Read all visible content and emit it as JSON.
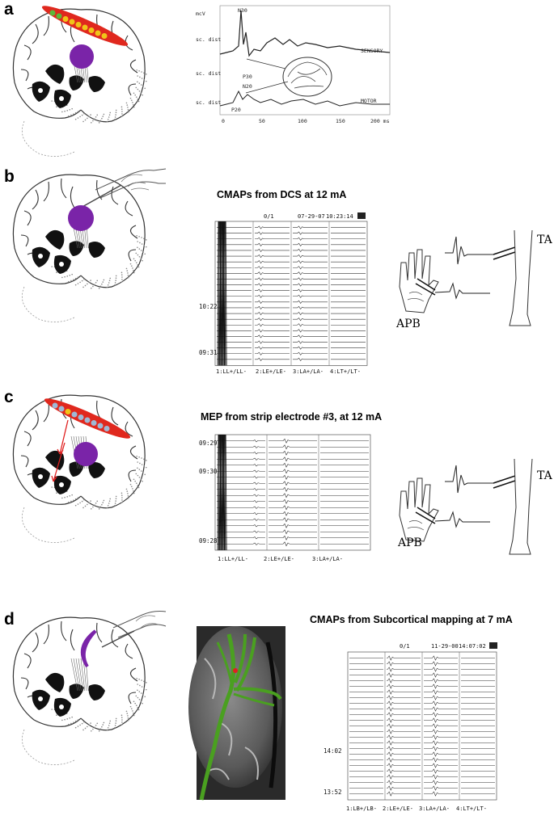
{
  "panels": [
    {
      "letter": "a"
    },
    {
      "letter": "b",
      "title": "CMAPs from DCS at 12 mA",
      "header": {
        "page": "0/1",
        "date": "07-29-07",
        "time": "10:23:14"
      },
      "timestamps": [
        "10:22",
        "09:31"
      ],
      "channels": [
        "1:LL+/LL-",
        "2:LE+/LE-",
        "3:LA+/LA-",
        "4:LT+/LT-"
      ],
      "muscles": [
        "TA",
        "APB"
      ]
    },
    {
      "letter": "c",
      "title": "MEP from strip electrode #3, at 12 mA",
      "timestamps": [
        "09:29",
        "09:30",
        "09:28"
      ],
      "channels": [
        "1:LL+/LL-",
        "2:LE+/LE-",
        "3:LA+/LA-"
      ],
      "muscles": [
        "TA",
        "APB"
      ]
    },
    {
      "letter": "d",
      "title": "CMAPs from Subcortical mapping at 7 mA",
      "header": {
        "page": "0/1",
        "date": "11-29-00",
        "time": "14:07:02"
      },
      "timestamps": [
        "14:02",
        "13:52"
      ],
      "channels": [
        "1:LB+/LB-",
        "2:LE+/LE-",
        "3:LA+/LA-",
        "4:LT+/LT-"
      ]
    }
  ],
  "ssep": {
    "peaks": [
      "N30",
      "P30",
      "N20",
      "P20"
    ],
    "traces": [
      "SENSORY",
      "MOTOR"
    ],
    "x_ticks": [
      "0",
      "50",
      "100",
      "150",
      "200 ms"
    ]
  },
  "colors": {
    "strip": "#e0281e",
    "tumor": "#7a24a8",
    "contact_green": "#5cb83a",
    "contact_yellow": "#f0c419",
    "contact_blue": "#9fb9d6",
    "tract": "#4aa020",
    "marker": "#e02020"
  },
  "icons": [
    "brain-section-icon",
    "probe-hand-icon",
    "hand-icon",
    "leg-icon"
  ]
}
